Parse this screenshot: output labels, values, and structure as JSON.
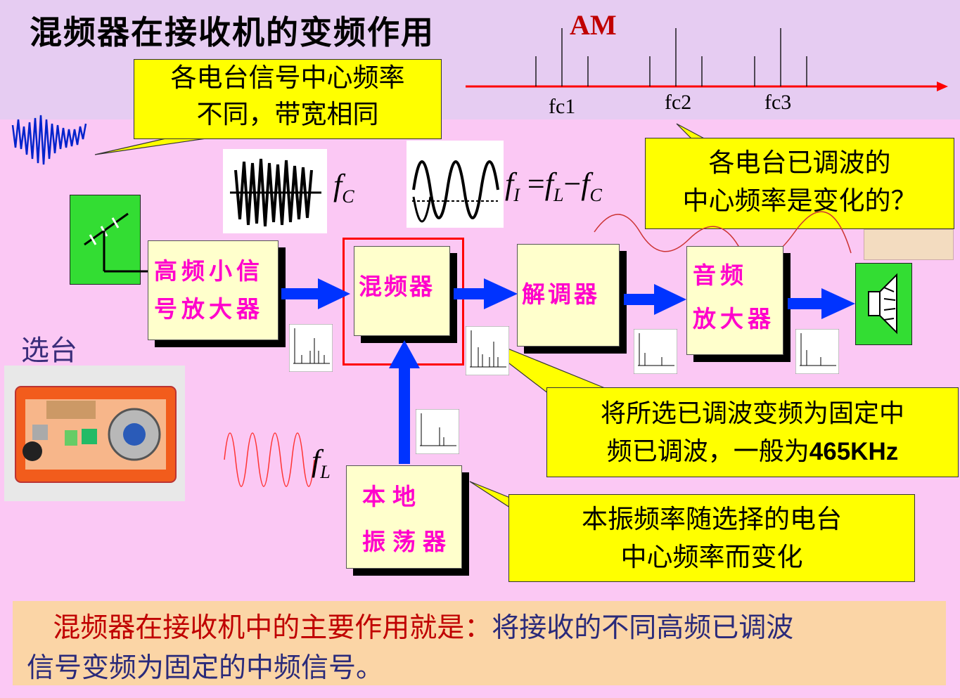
{
  "title": "混频器在接收机的变频作用",
  "am_label": "AM",
  "freq_labels": [
    "fc1",
    "fc2",
    "fc3"
  ],
  "callouts": {
    "a_line1": "各电台信号中心频率",
    "a_line2": "不同，带宽相同",
    "b_line1": "各电台已调波的",
    "b_line2": "中心频率是变化的？",
    "c_line1": "将所选已调波变频为固定中",
    "c_line2_text": "频已调波，一般为",
    "c_line2_value": "465KHz",
    "d_line1": "本振频率随选择的电台",
    "d_line2": "中心频率而变化"
  },
  "blocks": {
    "rf_amp_line1": "高频小信",
    "rf_amp_line2": "号放大器",
    "mixer": "混频器",
    "demod": "解调器",
    "audio_line1": "音频",
    "audio_line2": "放大器",
    "lo_line1": "本地",
    "lo_line2": "振荡器"
  },
  "tuning_label": "选台",
  "formulas": {
    "fc_main": "f",
    "fc_sub": "C",
    "if_f1": "f",
    "if_sub1": "I",
    "if_mid1": " =",
    "if_f2": "f",
    "if_sub2": "L",
    "if_mid2": "−",
    "if_f3": "f",
    "if_sub3": "C",
    "fl_main": "f",
    "fl_sub": "L"
  },
  "bottom_text": {
    "red_part": "混频器在接收机中的主要作用就是：",
    "blue_part1": "将接收的不同高频已调波",
    "blue_part2": "信号变频为固定的中频信号。"
  },
  "colors": {
    "top_bg": "#e6ccf2",
    "main_bg": "#fbc8f4",
    "callout": "#ffff00",
    "block_text": "#ff00cc",
    "arrow": "#0033ff",
    "axis": "#ff0000",
    "highlight": "#ff0000"
  }
}
